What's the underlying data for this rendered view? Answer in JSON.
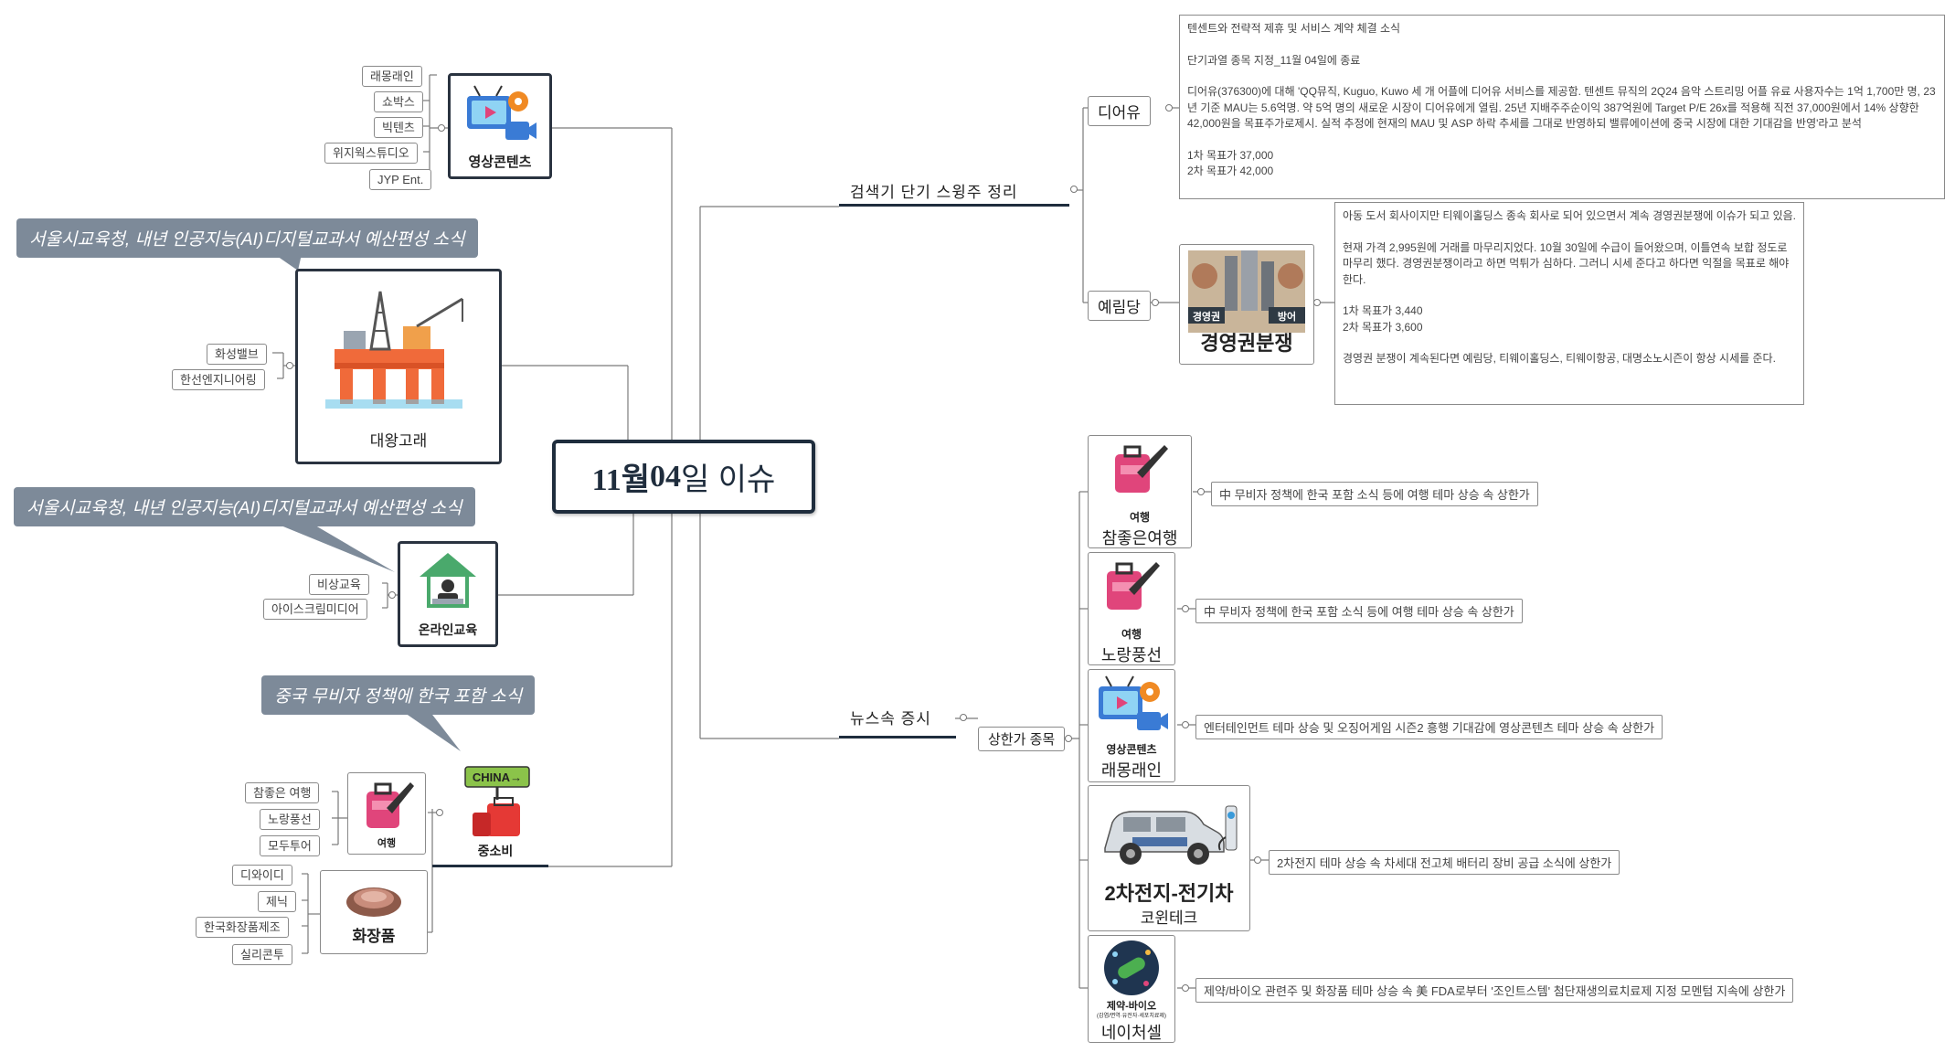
{
  "root": {
    "title_num1": "11월",
    "title_num2": "04",
    "title_rest": "일 이슈"
  },
  "left": {
    "video": {
      "label": "영상콘텐츠",
      "stocks": [
        "래몽래인",
        "쇼박스",
        "빅텐츠",
        "위지웍스튜디오",
        "JYP Ent."
      ]
    },
    "whale": {
      "callout": "서울시교육청, 내년 인공지능(AI)디지털교과서 예산편성 소식",
      "label": "대왕고래",
      "stocks": [
        "화성밸브",
        "한선엔지니어링"
      ]
    },
    "online": {
      "callout": "서울시교육청, 내년 인공지능(AI)디지털교과서 예산편성 소식",
      "label": "온라인교육",
      "stocks": [
        "비상교육",
        "아이스크림미디어"
      ]
    },
    "china": {
      "callout": "중국 무비자 정책에 한국 포함 소식",
      "label": "중소비",
      "sign": "CHINA→",
      "travel": {
        "label": "여행",
        "stocks": [
          "참좋은 여행",
          "노랑풍선",
          "모두투어"
        ]
      },
      "cosmetic": {
        "label": "화장품",
        "stocks": [
          "디와이디",
          "제닉",
          "한국화장품제조",
          "실리콘투"
        ]
      }
    }
  },
  "right": {
    "search": {
      "label": "검색기 단기 스윙주 정리",
      "dio": {
        "name": "디어유",
        "lines": [
          "텐센트와 전략적 제휴 및 서비스 계약 체결 소식",
          "",
          "단기과열 종목 지정_11월 04일에 종료",
          "",
          "디어유(376300)에 대해 'QQ뮤직, Kuguo, Kuwo 세 개 어플에 디어유 서비스를 제공함. 텐센트 뮤직의 2Q24 음악 스트리밍 어플 유료 사용자수는 1억 1,700만 명, 23년 기준 MAU는 5.6억명. 약 5억 명의 새로운 시장이 디어유에게 열림. 25년 지배주주순이익 387억원에 Target P/E 26x를 적용해 직전 37,000원에서 14% 상향한 42,000원을 목표주가로제시. 실적 추정에 현재의 MAU 및 ASP 하락 추세를 그대로 반영하되 밸류에이션에 중국 시장에 대한 기대감을 반영'라고 분석",
          "",
          "1차 목표가 37,000",
          "2차 목표가 42,000"
        ]
      },
      "yerim": {
        "name": "예림당",
        "image_caption": "경영권분쟁",
        "image_left": "경영권",
        "image_right": "방어",
        "lines": [
          "아동 도서 회사이지만 티웨이홀딩스 종속 회사로 되어 있으면서 계속 경영권분쟁에 이슈가 되고 있음.",
          "",
          "현재 가격 2,995원에 거래를 마무리지었다. 10월 30일에 수급이 들어왔으며, 이틀연속 보합 정도로 마무리 했다. 경영권분쟁이라고 하면 먹튀가 심하다. 그러니 시세 준다고 하다면 익절을 목표로 해야한다.",
          "",
          "1차 목표가 3,440",
          "2차 목표가 3,600",
          "",
          "경영권 분쟁이 계속된다면 예림당, 티웨이홀딩스, 티웨이항공, 대명소노시즌이 항상 시세를 준다."
        ]
      }
    },
    "news": {
      "label": "뉴스속 증시",
      "upper_limit": "상한가 종목",
      "items": [
        {
          "cap": "여행",
          "name": "참좋은여행",
          "reason": "中 무비자 정책에 한국 포함 소식 등에 여행 테마 상승 속 상한가"
        },
        {
          "cap": "여행",
          "name": "노랑풍선",
          "reason": "中 무비자 정책에 한국 포함 소식 등에 여행 테마 상승 속 상한가"
        },
        {
          "cap": "영상콘텐츠",
          "name": "래몽래인",
          "reason": "엔터테인먼트 테마 상승 및 오징어게임 시즌2 흥행 기대감에 영상콘텐츠 테마 상승 속 상한가"
        },
        {
          "cap": "2차전지-전기차",
          "name": "코윈테크",
          "reason": "2차전지 테마 상승 속 차세대 전고체 배터리 장비 공급 소식에 상한가"
        },
        {
          "cap": "제약-바이오",
          "subcap": "(감염/면역·유전자·세포치료제)",
          "name": "네이처셀",
          "reason": "제약/바이오 관련주 및 화장품 테마 상승 속 美 FDA로부터 '조인트스템' 첨단재생의료치료제 지정 모멘텀 지속에 상한가"
        }
      ]
    }
  },
  "colors": {
    "dark": "#1f2d3d",
    "callout": "#7d8a99",
    "travel_pink": "#e0457b"
  }
}
